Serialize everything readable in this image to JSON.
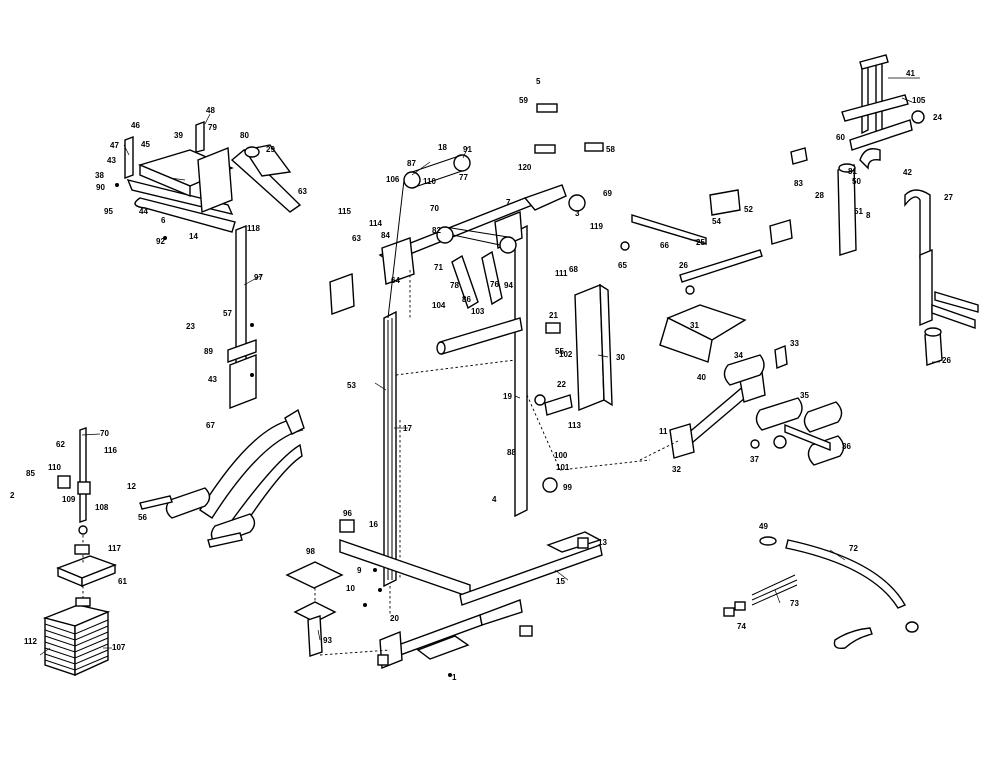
{
  "callouts": [
    {
      "id": "c1",
      "text": "48"
    },
    {
      "id": "c2",
      "text": "47"
    },
    {
      "id": "c3",
      "text": "46"
    },
    {
      "id": "c4",
      "text": "39"
    },
    {
      "id": "c5",
      "text": "79"
    },
    {
      "id": "c6",
      "text": "80"
    },
    {
      "id": "c7",
      "text": "29"
    },
    {
      "id": "c8",
      "text": "45"
    },
    {
      "id": "c9",
      "text": "43"
    },
    {
      "id": "c10",
      "text": "38"
    },
    {
      "id": "c11",
      "text": "90"
    },
    {
      "id": "c12",
      "text": "95"
    },
    {
      "id": "c13",
      "text": "44"
    },
    {
      "id": "c14",
      "text": "6"
    },
    {
      "id": "c15",
      "text": "92"
    },
    {
      "id": "c16",
      "text": "14"
    },
    {
      "id": "c17",
      "text": "118"
    },
    {
      "id": "c18",
      "text": "63"
    },
    {
      "id": "c19",
      "text": "97"
    },
    {
      "id": "c20",
      "text": "57"
    },
    {
      "id": "c21",
      "text": "23"
    },
    {
      "id": "c22",
      "text": "89"
    },
    {
      "id": "c23",
      "text": "43"
    },
    {
      "id": "c24",
      "text": "87"
    },
    {
      "id": "c25",
      "text": "106"
    },
    {
      "id": "c26",
      "text": "110"
    },
    {
      "id": "c27",
      "text": "18"
    },
    {
      "id": "c28",
      "text": "91"
    },
    {
      "id": "c29",
      "text": "77"
    },
    {
      "id": "c30",
      "text": "70"
    },
    {
      "id": "c31",
      "text": "115"
    },
    {
      "id": "c32",
      "text": "114"
    },
    {
      "id": "c33",
      "text": "84"
    },
    {
      "id": "c34",
      "text": "63"
    },
    {
      "id": "c35",
      "text": "64"
    },
    {
      "id": "c36",
      "text": "71"
    },
    {
      "id": "c37",
      "text": "78"
    },
    {
      "id": "c38",
      "text": "104"
    },
    {
      "id": "c39",
      "text": "103"
    },
    {
      "id": "c40",
      "text": "76"
    },
    {
      "id": "c41",
      "text": "94"
    },
    {
      "id": "c42",
      "text": "53"
    },
    {
      "id": "c43",
      "text": "17"
    },
    {
      "id": "c44",
      "text": "120"
    },
    {
      "id": "c45",
      "text": "59"
    },
    {
      "id": "c46",
      "text": "58"
    },
    {
      "id": "c47",
      "text": "69"
    },
    {
      "id": "c48",
      "text": "119"
    },
    {
      "id": "c49",
      "text": "111"
    },
    {
      "id": "c50",
      "text": "21"
    },
    {
      "id": "c51",
      "text": "102"
    },
    {
      "id": "c52",
      "text": "30"
    },
    {
      "id": "c53",
      "text": "19"
    },
    {
      "id": "c54",
      "text": "22"
    },
    {
      "id": "c55",
      "text": "113"
    },
    {
      "id": "c56",
      "text": "100"
    },
    {
      "id": "c57",
      "text": "101"
    },
    {
      "id": "c58",
      "text": "99"
    },
    {
      "id": "c59",
      "text": "25"
    },
    {
      "id": "c60",
      "text": "65"
    },
    {
      "id": "c61",
      "text": "66"
    },
    {
      "id": "c62",
      "text": "26"
    },
    {
      "id": "c63",
      "text": "31"
    },
    {
      "id": "c64",
      "text": "34"
    },
    {
      "id": "c65",
      "text": "33"
    },
    {
      "id": "c66",
      "text": "40"
    },
    {
      "id": "c67",
      "text": "32"
    },
    {
      "id": "c68",
      "text": "37"
    },
    {
      "id": "c69",
      "text": "36"
    },
    {
      "id": "c70",
      "text": "35"
    },
    {
      "id": "c71",
      "text": "41"
    },
    {
      "id": "c72",
      "text": "105"
    },
    {
      "id": "c73",
      "text": "24"
    },
    {
      "id": "c74",
      "text": "42"
    },
    {
      "id": "c75",
      "text": "27"
    },
    {
      "id": "c76",
      "text": "28"
    },
    {
      "id": "c77",
      "text": "81"
    },
    {
      "id": "c78",
      "text": "83"
    },
    {
      "id": "c79",
      "text": "50"
    },
    {
      "id": "c80",
      "text": "51"
    },
    {
      "id": "c81",
      "text": "60"
    },
    {
      "id": "c82",
      "text": "26"
    },
    {
      "id": "c83",
      "text": "70"
    },
    {
      "id": "c84",
      "text": "62"
    },
    {
      "id": "c85",
      "text": "116"
    },
    {
      "id": "c86",
      "text": "110"
    },
    {
      "id": "c87",
      "text": "85"
    },
    {
      "id": "c88",
      "text": "109"
    },
    {
      "id": "c89",
      "text": "108"
    },
    {
      "id": "c90",
      "text": "117"
    },
    {
      "id": "c91",
      "text": "61"
    },
    {
      "id": "c92",
      "text": "112"
    },
    {
      "id": "c93",
      "text": "107"
    },
    {
      "id": "c94",
      "text": "67"
    },
    {
      "id": "c95",
      "text": "56"
    },
    {
      "id": "c96",
      "text": "12"
    },
    {
      "id": "c97",
      "text": "16"
    },
    {
      "id": "c98",
      "text": "96"
    },
    {
      "id": "c99",
      "text": "98"
    },
    {
      "id": "c100",
      "text": "93"
    },
    {
      "id": "c101",
      "text": "20"
    },
    {
      "id": "c102",
      "text": "15"
    },
    {
      "id": "c103",
      "text": "13"
    },
    {
      "id": "c104",
      "text": "1"
    },
    {
      "id": "c105",
      "text": "72"
    },
    {
      "id": "c106",
      "text": "73"
    },
    {
      "id": "c107",
      "text": "74"
    },
    {
      "id": "c108",
      "text": "49"
    },
    {
      "id": "c109",
      "text": "68"
    },
    {
      "id": "c110",
      "text": "54"
    },
    {
      "id": "c111",
      "text": "52"
    },
    {
      "id": "c112",
      "text": "55"
    },
    {
      "id": "c113",
      "text": "2"
    },
    {
      "id": "c114",
      "text": "3"
    },
    {
      "id": "c115",
      "text": "11"
    },
    {
      "id": "c116",
      "text": "9"
    },
    {
      "id": "c117",
      "text": "10"
    },
    {
      "id": "c118",
      "text": "5"
    },
    {
      "id": "c119",
      "text": "8"
    },
    {
      "id": "c120",
      "text": "7"
    },
    {
      "id": "c121",
      "text": "4"
    },
    {
      "id": "c122",
      "text": "86"
    },
    {
      "id": "c123",
      "text": "82"
    },
    {
      "id": "c124",
      "text": "88"
    }
  ]
}
